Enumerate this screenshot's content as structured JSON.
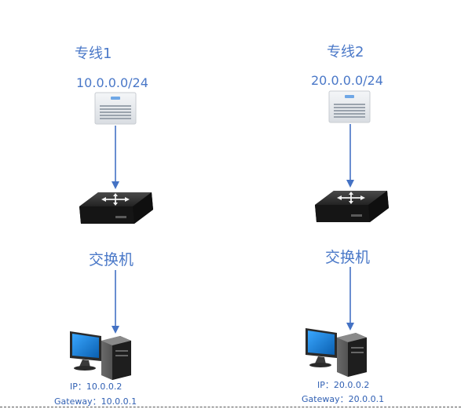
{
  "left_branch": {
    "line_title": "专线1",
    "subnet": "10.0.0.0/24",
    "switch_label": "交换机",
    "ip_line": "IP：10.0.0.2",
    "gateway_line": "Gateway：10.0.0.1"
  },
  "right_branch": {
    "line_title": "专线2",
    "subnet": "20.0.0.0/24",
    "switch_label": "交换机",
    "ip_line": "IP：20.0.0.2",
    "gateway_line": "Gateway：20.0.0.1"
  },
  "colors": {
    "label": "#4a78c8",
    "arrow": "#4472c4",
    "switch_body": "#2b2b2b",
    "monitor_screen": "#1a7fd1"
  },
  "icons": [
    "router-icon",
    "switch-icon",
    "computer-icon"
  ]
}
